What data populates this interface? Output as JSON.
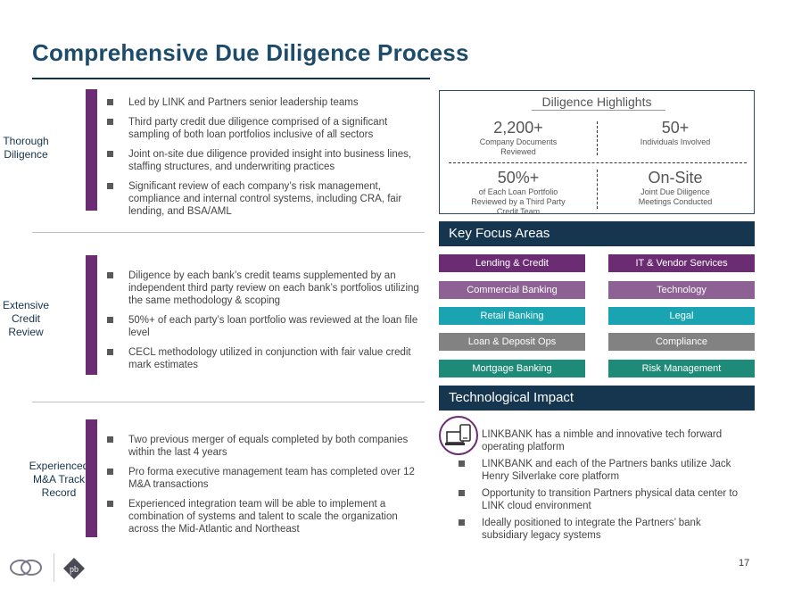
{
  "title": "Comprehensive Due Diligence Process",
  "sections": [
    {
      "label_lines": [
        "Thorough",
        "Diligence"
      ],
      "bullets": [
        "Led by LINK and Partners senior leadership teams",
        "Third party credit due diligence comprised of a significant sampling of both loan portfolios inclusive of all sectors",
        "Joint on-site due diligence provided insight into business lines, staffing structures, and underwriting practices",
        "Significant review of each company’s risk management, compliance and internal control systems, including CRA, fair lending, and BSA/AML"
      ]
    },
    {
      "label_lines": [
        "Extensive",
        "Credit",
        "Review"
      ],
      "bullets": [
        "Diligence by each bank’s credit teams supplemented by an independent third party review on each bank’s portfolios utilizing the same methodology & scoping",
        "50%+ of each party’s loan portfolio was reviewed at the loan file level",
        "CECL methodology utilized in conjunction with fair value credit mark estimates"
      ]
    },
    {
      "label_lines": [
        "Experienced",
        "M&A Track",
        "Record"
      ],
      "bullets": [
        "Two previous merger of equals completed by both companies within the last 4 years",
        "Pro forma executive management team has completed over 12 M&A transactions",
        "Experienced integration team will be able to implement a combination of systems and talent to scale the organization across the Mid-Atlantic and Northeast"
      ]
    }
  ],
  "highlights": {
    "heading": "Diligence Highlights",
    "cells": [
      {
        "value": "2,200+",
        "sub": [
          "Company Documents",
          "Reviewed"
        ]
      },
      {
        "value": "50+",
        "sub": [
          "Individuals Involved"
        ]
      },
      {
        "value": "50%+",
        "sub": [
          "of Each Loan Portfolio",
          "Reviewed by a Third Party",
          "Credit Team"
        ]
      },
      {
        "value": "On-Site",
        "sub": [
          "Joint Due Diligence",
          "Meetings Conducted"
        ]
      }
    ]
  },
  "key_focus": {
    "heading": "Key Focus Areas",
    "left": [
      "Lending & Credit",
      "Commercial Banking",
      "Retail Banking",
      "Loan & Deposit Ops",
      "Mortgage Banking"
    ],
    "right": [
      "IT & Vendor Services",
      "Technology",
      "Legal",
      "Compliance",
      "Risk Management"
    ]
  },
  "tech": {
    "heading": "Technological Impact",
    "bullets": [
      "LINKBANK has a nimble and innovative tech forward operating platform",
      "LINKBANK and each of the Partners banks utilize Jack Henry Silverlake core platform",
      "Opportunity to transition Partners physical data center to LINK cloud environment",
      "Ideally positioned to integrate the Partners’ bank subsidiary legacy systems"
    ],
    "icon": "computer-phone-icon"
  },
  "colors": {
    "navy": "#163650",
    "purple": "#6b2c73",
    "mauve": "#8d6194",
    "teal": "#1aa3b0",
    "gray": "#828282",
    "green": "#1e8a78"
  },
  "footer": {
    "page_number": "17",
    "logo_b_text": "pb"
  }
}
